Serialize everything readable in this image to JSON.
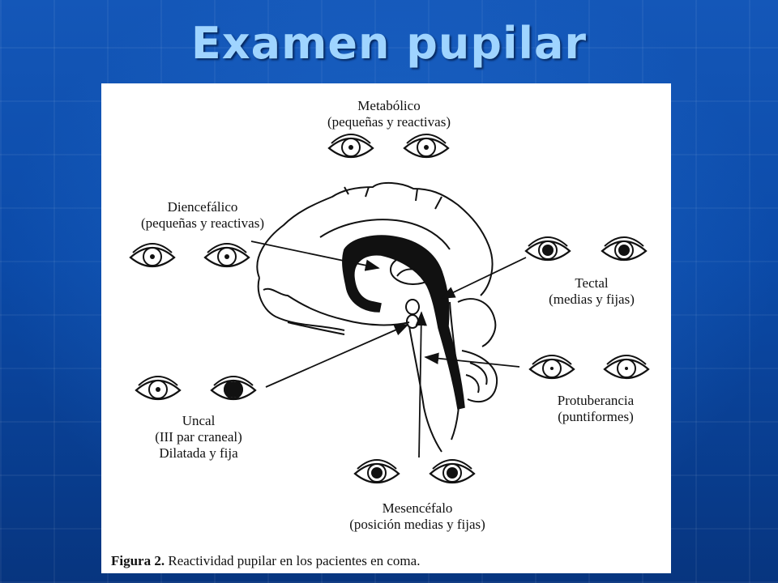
{
  "slide": {
    "title": "Examen pupilar"
  },
  "labels": {
    "metabolico": {
      "name": "Metabólico",
      "desc": "(pequeñas y reactivas)"
    },
    "diencefalico": {
      "name": "Diencefálico",
      "desc": "(pequeñas y reactivas)"
    },
    "tectal": {
      "name": "Tectal",
      "desc": "(medias y fijas)"
    },
    "protuberancia": {
      "name": "Protuberancia",
      "desc": "(puntiformes)"
    },
    "uncal": {
      "name": "Uncal",
      "desc": "(III par craneal)",
      "desc2": "Dilatada y fija"
    },
    "mesencefalo": {
      "name": "Mesencéfalo",
      "desc": "(posición medias y fijas)"
    }
  },
  "caption": {
    "prefix": "Figura 2.",
    "text": " Reactividad pupilar en los pacientes en coma."
  },
  "colors": {
    "background": "#0a3f95",
    "title": "#9fd4ff",
    "panel": "#ffffff",
    "ink": "#111111"
  },
  "icons": [
    "eye-icon",
    "brain-sagittal-drawing",
    "arrow"
  ]
}
